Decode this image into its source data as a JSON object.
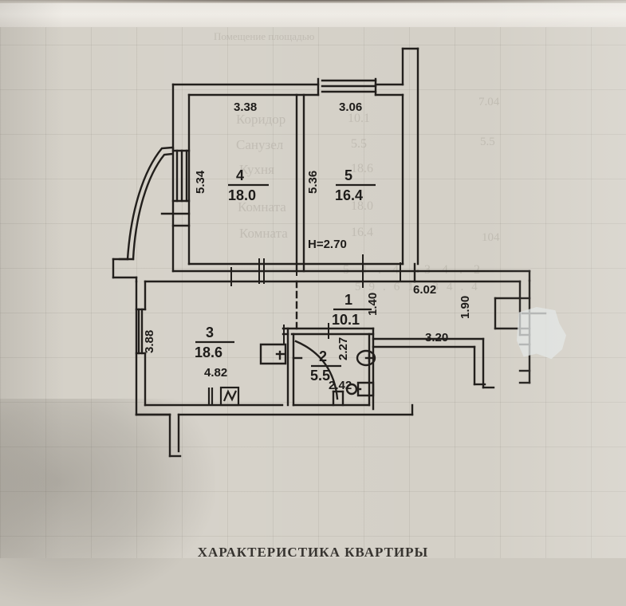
{
  "document": {
    "type": "apartment-floor-plan",
    "bottom_title": "ХАРАКТЕРИСТИКА  КВАРТИРЫ",
    "ceiling_height_label": "H=2.70",
    "paper_color": "#d4d0c7",
    "ink_color": "#1e1c1a"
  },
  "ghost_text": {
    "top": "Помещение площадью",
    "lines": [
      "Коридор",
      "Санузел",
      "Кухня",
      "Комната",
      "Комната",
      "Балкон"
    ],
    "numbers": [
      "10.1",
      "5.5",
      "18.6",
      "18.0",
      "16.4",
      "2.70"
    ]
  },
  "rooms": [
    {
      "id": "room-1",
      "number": "1",
      "area": "10.1",
      "name": "hallway"
    },
    {
      "id": "room-2",
      "number": "2",
      "area": "5.5",
      "name": "bathroom"
    },
    {
      "id": "room-3",
      "number": "3",
      "area": "18.6",
      "name": "kitchen-living"
    },
    {
      "id": "room-4",
      "number": "4",
      "area": "18.0",
      "name": "bedroom"
    },
    {
      "id": "room-5",
      "number": "5",
      "area": "16.4",
      "name": "living-room"
    }
  ],
  "dimensions": {
    "room4_width": "3.38",
    "room5_width": "3.06",
    "room4_height": "5.34",
    "room5_height": "5.36",
    "room3_height": "3.88",
    "room3_width": "4.82",
    "hall_height": "1.40",
    "hall_width": "6.02",
    "bath_height": "2.27",
    "bath_width": "2.42",
    "lower_right_width": "3.20",
    "right_stub_height": "1.90"
  },
  "symbols": {
    "meter": "electric-meter",
    "sink": "sink-fixture",
    "toilet": "toilet-fixture",
    "door_swing": "door-swing-arc",
    "balcony": "curved-balcony"
  }
}
